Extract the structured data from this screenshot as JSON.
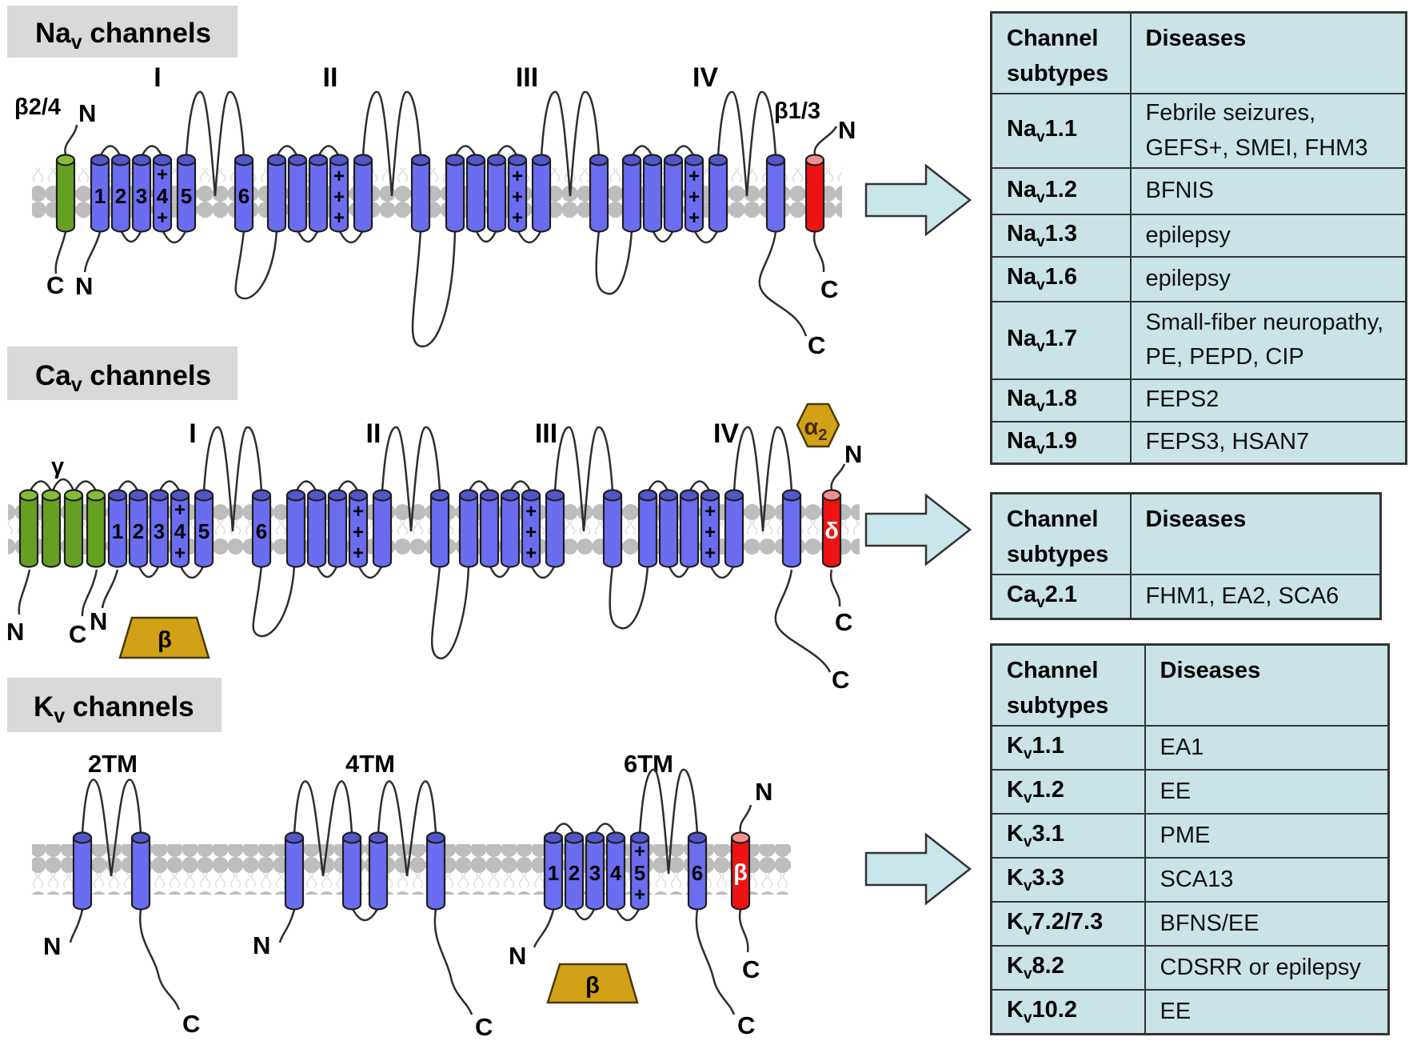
{
  "figure": {
    "sections": {
      "nav": {
        "title": {
          "pre": "Na",
          "sub": "v",
          "post": " channels"
        },
        "beta24": "β2/4",
        "beta13": "β1/3",
        "domains": [
          "I",
          "II",
          "III",
          "IV"
        ]
      },
      "cav": {
        "title": {
          "pre": "Ca",
          "sub": "v",
          "post": " channels"
        },
        "gamma": "γ",
        "beta": "β",
        "alpha2": {
          "pre": "α",
          "sub": "2"
        },
        "delta": "δ",
        "domains": [
          "I",
          "II",
          "III",
          "IV"
        ]
      },
      "kv": {
        "title": {
          "pre": "K",
          "sub": "v",
          "post": " channels"
        },
        "topologies": [
          "2TM",
          "4TM",
          "6TM"
        ],
        "beta_tm": "β",
        "beta_aux": "β"
      }
    },
    "segments": [
      "1",
      "2",
      "3",
      "4",
      "5",
      "6"
    ],
    "plus": "+",
    "terminals": {
      "n": "N",
      "c": "C"
    }
  },
  "tables": {
    "nav": {
      "headers": [
        "Channel subtypes",
        "Diseases"
      ],
      "rows": [
        {
          "pre": "Na",
          "sub": "v",
          "num": "1.1",
          "disease_lines": [
            "Febrile seizures,",
            "GEFS+, SMEI, FHM3"
          ]
        },
        {
          "pre": "Na",
          "sub": "v",
          "num": "1.2",
          "disease_lines": [
            "BFNIS"
          ]
        },
        {
          "pre": "Na",
          "sub": "v",
          "num": "1.3",
          "disease_lines": [
            "epilepsy"
          ]
        },
        {
          "pre": "Na",
          "sub": "v",
          "num": "1.6",
          "disease_lines": [
            "epilepsy"
          ]
        },
        {
          "pre": "Na",
          "sub": "v",
          "num": "1.7",
          "disease_lines": [
            "Small-fiber neuropathy,",
            "PE, PEPD,  CIP"
          ]
        },
        {
          "pre": "Na",
          "sub": "v",
          "num": "1.8",
          "disease_lines": [
            "FEPS2"
          ]
        },
        {
          "pre": "Na",
          "sub": "v",
          "num": "1.9",
          "disease_lines": [
            "FEPS3, HSAN7"
          ]
        }
      ]
    },
    "cav": {
      "headers": [
        "Channel subtypes",
        "Diseases"
      ],
      "rows": [
        {
          "pre": "Ca",
          "sub": "v",
          "num": "2.1",
          "disease_lines": [
            "FHM1, EA2, SCA6"
          ]
        }
      ]
    },
    "kv": {
      "headers": [
        "Channel subtypes",
        "Diseases"
      ],
      "rows": [
        {
          "pre": "K",
          "sub": "v",
          "num": "1.1",
          "disease_lines": [
            "EA1"
          ]
        },
        {
          "pre": "K",
          "sub": "v",
          "num": "1.2",
          "disease_lines": [
            "EE"
          ]
        },
        {
          "pre": "K",
          "sub": "v",
          "num": "3.1",
          "disease_lines": [
            "PME"
          ]
        },
        {
          "pre": "K",
          "sub": "v",
          "num": "3.3",
          "disease_lines": [
            "SCA13"
          ]
        },
        {
          "pre": "K",
          "sub": "v",
          "num": "7.2/7.3",
          "disease_lines": [
            "BFNS/EE"
          ]
        },
        {
          "pre": "K",
          "sub": "v",
          "num": "8.2",
          "disease_lines": [
            "CDSRR or epilepsy"
          ]
        },
        {
          "pre": "K",
          "sub": "v",
          "num": "10.2",
          "disease_lines": [
            "EE"
          ]
        }
      ]
    }
  },
  "colors": {
    "table_bg": "#c9e3e7",
    "arrow_fill": "#c9e6ea",
    "cylinder_blue": "#6b6df1",
    "cylinder_green": "#66a023",
    "cylinder_red": "#ee1212",
    "subunit_gold": "#d2a117",
    "membrane_circle": "#bdbdbd",
    "title_bg": "#d9d9d9"
  }
}
